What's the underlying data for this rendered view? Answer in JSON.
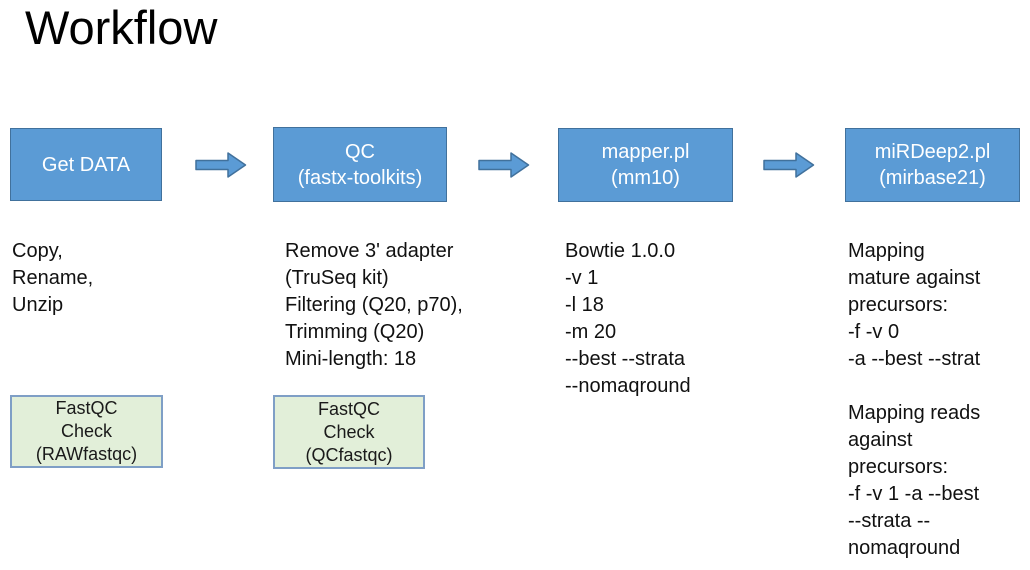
{
  "title": "Workflow",
  "colors": {
    "step_fill": "#5B9BD5",
    "step_border": "#41719C",
    "step_text": "#ffffff",
    "arrow_fill": "#5B9BD5",
    "arrow_border": "#41719C",
    "check_fill": "#E2EFD9",
    "check_border": "#7F9FC6"
  },
  "steps": [
    {
      "name": "get-data",
      "lines": [
        "Get DATA"
      ]
    },
    {
      "name": "qc",
      "lines": [
        "QC",
        "(fastx-toolkits)"
      ]
    },
    {
      "name": "mapper",
      "lines": [
        "mapper.pl",
        "(mm10)"
      ]
    },
    {
      "name": "mirdeep2",
      "lines": [
        "miRDeep2.pl",
        "(mirbase21)"
      ]
    }
  ],
  "notes": [
    {
      "lines": [
        "Copy,",
        "Rename,",
        "Unzip"
      ]
    },
    {
      "lines": [
        "Remove 3' adapter",
        "(TruSeq kit)",
        "Filtering (Q20, p70),",
        "Trimming (Q20)",
        "Mini-length: 18"
      ]
    },
    {
      "lines": [
        "Bowtie 1.0.0",
        "-v 1",
        "-l 18",
        "-m 20",
        "--best --strata",
        "--nomaqround"
      ]
    },
    {
      "lines": [
        "Mapping",
        "mature against",
        "precursors:",
        "-f -v 0",
        "-a --best --strat",
        "",
        "Mapping reads",
        "against",
        "precursors:",
        "-f -v 1 -a --best",
        "--strata --",
        "nomaqround"
      ]
    }
  ],
  "checks": [
    {
      "lines": [
        "FastQC",
        "Check",
        "(RAWfastqc)"
      ]
    },
    {
      "lines": [
        "FastQC",
        "Check",
        "(QCfastqc)"
      ]
    }
  ]
}
